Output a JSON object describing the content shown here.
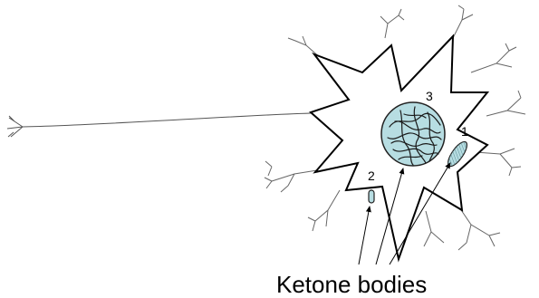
{
  "labels": {
    "organelle_1": "1",
    "organelle_2": "2",
    "nucleus_3": "3",
    "caption": "Ketone bodies"
  },
  "colors": {
    "outline": "#000000",
    "organelle_fill": "#b7dde2",
    "background": "#ffffff"
  }
}
